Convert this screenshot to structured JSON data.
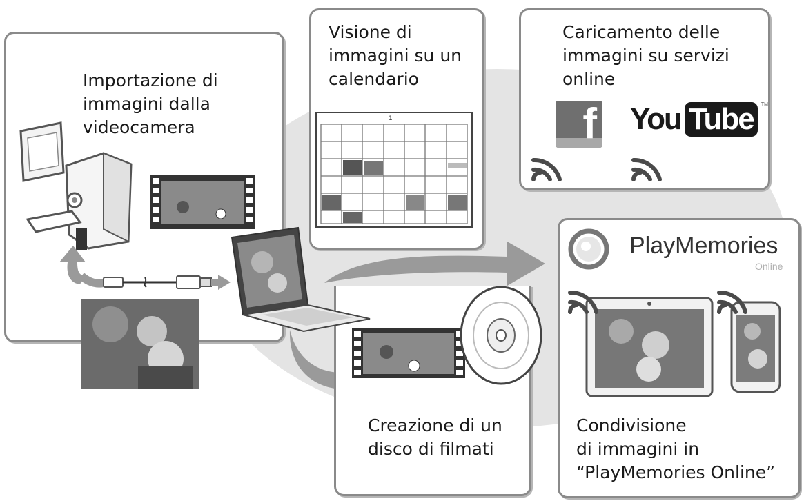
{
  "panels": {
    "import": {
      "lines": [
        "Importazione di",
        "immagini dalla",
        "videocamera"
      ]
    },
    "calendar": {
      "lines": [
        "Visione di",
        "immagini su un",
        "calendario"
      ],
      "month_label": "1"
    },
    "upload": {
      "lines": [
        "Caricamento delle",
        "immagini su servizi",
        "online"
      ],
      "facebook_logo": "f",
      "youtube_you": "You",
      "youtube_tube": "Tube",
      "youtube_tm": "TM"
    },
    "disc": {
      "lines": [
        "Creazione di un",
        "disco di filmati"
      ]
    },
    "playmemories": {
      "logo": "PlayMemories",
      "logo_sub": "Online",
      "lines": [
        "Condivisione",
        "di immagini in",
        "“PlayMemories Online”"
      ]
    }
  },
  "colors": {
    "panel_border": "#8a8a8a",
    "blob": "#e4e4e4",
    "arrow": "#9a9a9a",
    "text": "#1a1a1a"
  },
  "icons": [
    "camcorder-icon",
    "laptop-icon",
    "usb-cable-icon",
    "disc-icon",
    "tablet-icon",
    "smartphone-icon",
    "wifi-icon",
    "facebook-logo",
    "youtube-logo",
    "playmemories-logo"
  ]
}
